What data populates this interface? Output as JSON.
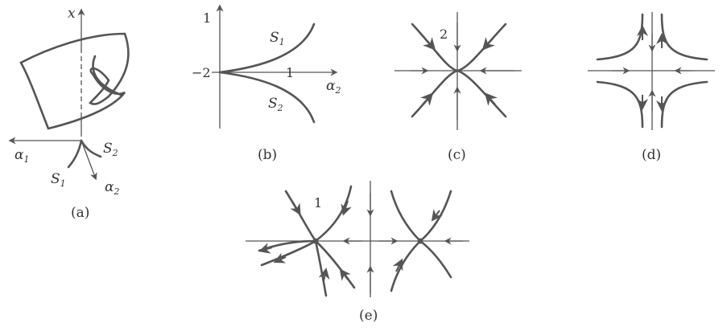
{
  "panels": {
    "a": {
      "caption": "(a)",
      "x_axis": "x",
      "alpha1": "α",
      "alpha1_sub": "1",
      "alpha2": "α",
      "alpha2_sub": "2",
      "S1": "S",
      "S1_sub": "1",
      "S2": "S",
      "S2_sub": "2"
    },
    "b": {
      "caption": "(b)",
      "top_tick": "1",
      "left_tick": "−2",
      "right_tick": "1",
      "axis": "α",
      "axis_sub": "2",
      "S1": "S",
      "S1_sub": "1",
      "S2": "S",
      "S2_sub": "2"
    },
    "c": {
      "caption": "(c)",
      "label": "2"
    },
    "d": {
      "caption": "(d)"
    },
    "e": {
      "caption": "(e)",
      "label": "1"
    }
  },
  "colors": {
    "ink": "#555555"
  }
}
